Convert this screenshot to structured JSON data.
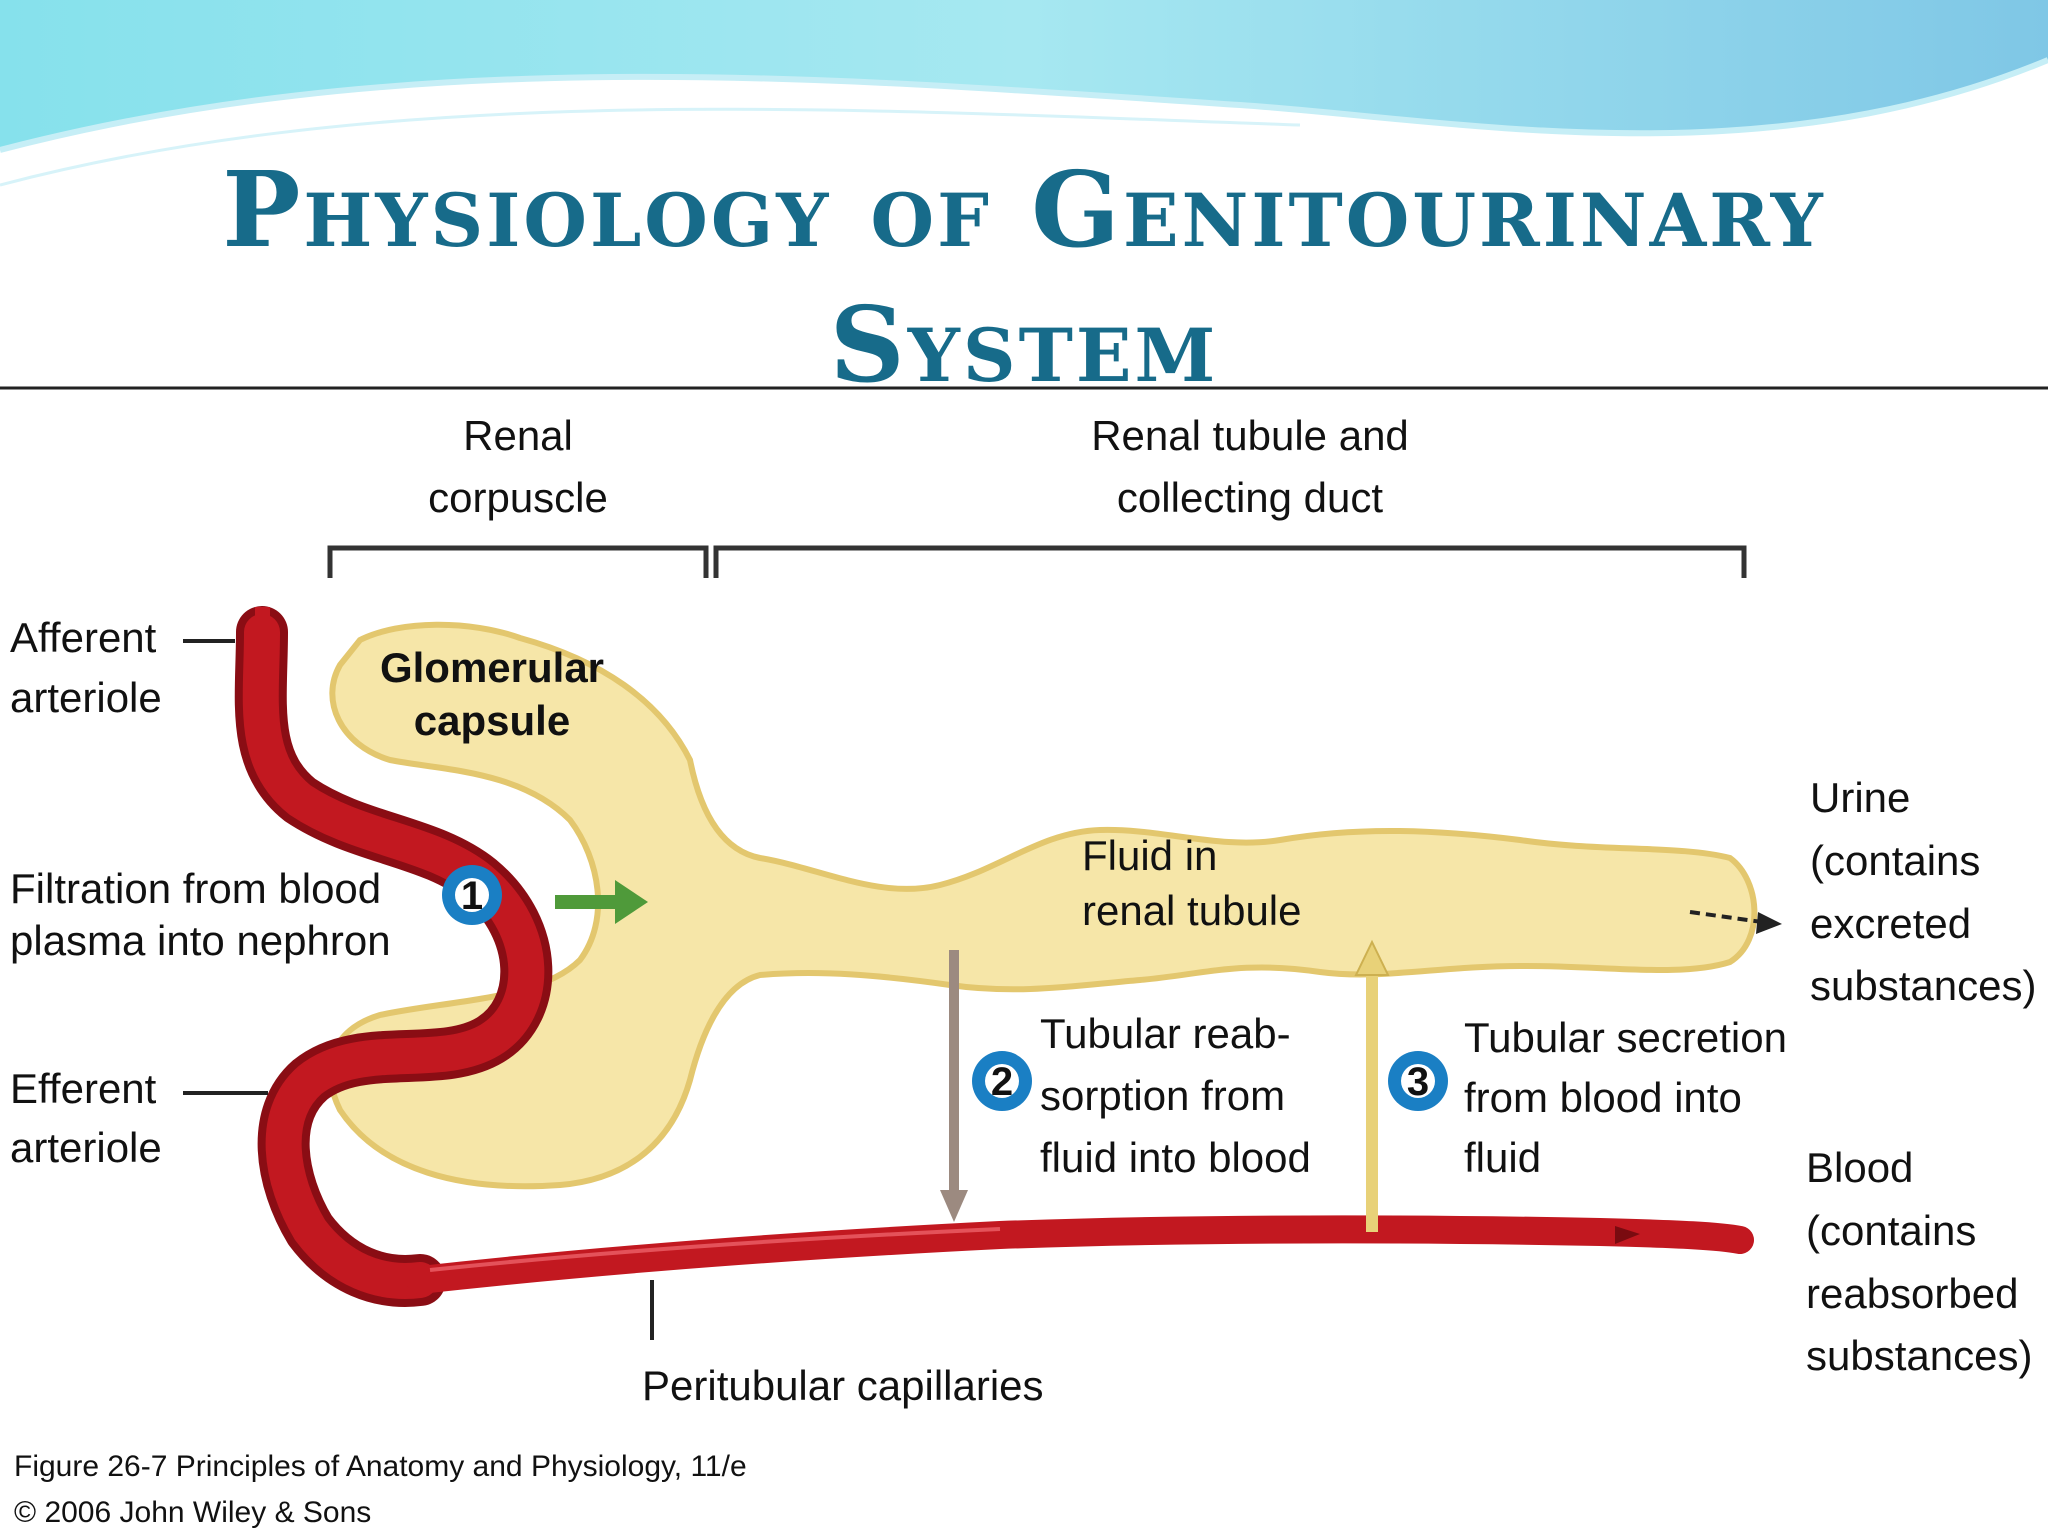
{
  "slide": {
    "title_line_1": "Physiology of Genitourinary",
    "title_line_2": "System"
  },
  "diagram": {
    "brackets": {
      "renal_corpuscle": [
        "Renal",
        "corpuscle"
      ],
      "renal_tubule": [
        "Renal tubule and",
        "collecting duct"
      ]
    },
    "labels": {
      "afferent": [
        "Afferent",
        "arteriole"
      ],
      "glomerular_capsule": [
        "Glomerular",
        "capsule"
      ],
      "filtration": [
        "Filtration from blood",
        "plasma into nephron"
      ],
      "efferent": [
        "Efferent",
        "arteriole"
      ],
      "fluid": [
        "Fluid in",
        "renal tubule"
      ],
      "urine": [
        "Urine",
        "(contains",
        "excreted",
        "substances)"
      ],
      "reabsorption": [
        "Tubular reab-",
        "sorption from",
        "fluid into blood"
      ],
      "secretion": [
        "Tubular secretion",
        "from blood into",
        "fluid"
      ],
      "blood": [
        "Blood",
        "(contains",
        "reabsorbed",
        "substances)"
      ],
      "peritubular": "Peritubular capillaries"
    },
    "steps": [
      "1",
      "2",
      "3"
    ],
    "caption": [
      "Figure 26-7  Principles of Anatomy and Physiology, 11/e",
      "© 2006 John Wiley & Sons"
    ]
  },
  "colors": {
    "title": "#176b8a",
    "blood_vessel": "#b5121b",
    "tubule_fill": "#f6e6a8",
    "step_badge": "#1a7fc4",
    "filtration_arrow": "#4f9a3a"
  }
}
